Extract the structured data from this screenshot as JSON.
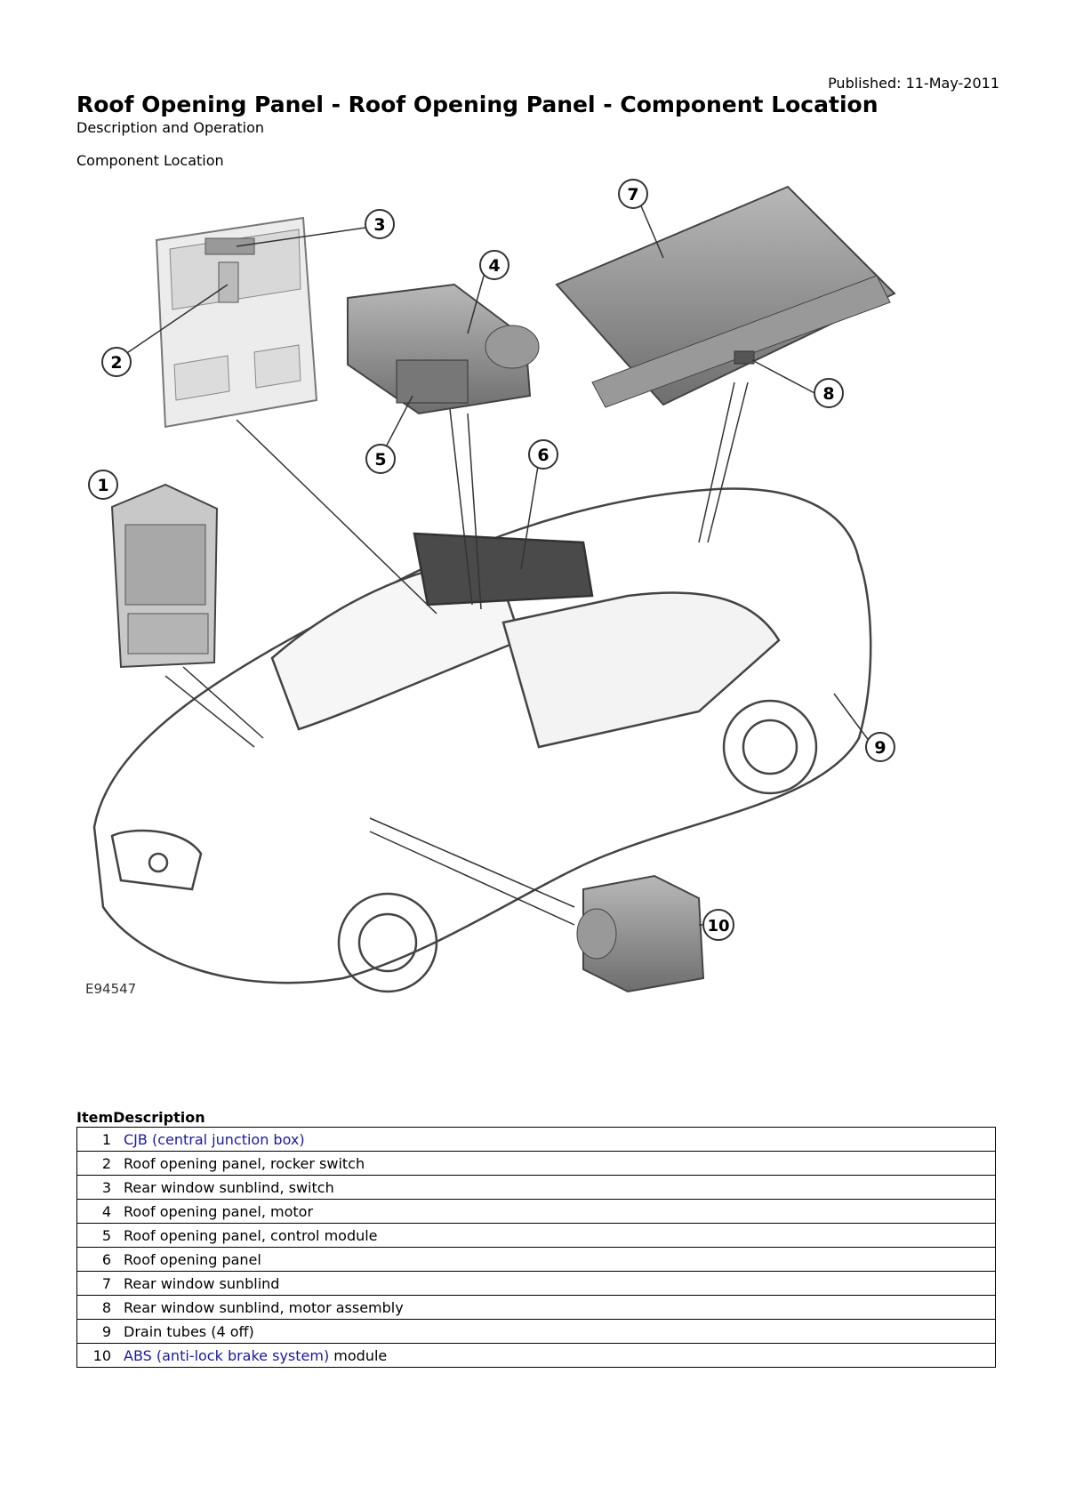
{
  "header": {
    "published": "Published: 11-May-2011",
    "title": "Roof Opening Panel - Roof Opening Panel - Component Location",
    "subtitle": "Description and Operation",
    "section": "Component Location"
  },
  "diagram": {
    "figure_id": "E94547",
    "callouts": [
      "1",
      "2",
      "3",
      "4",
      "5",
      "6",
      "7",
      "8",
      "9",
      "10"
    ]
  },
  "table": {
    "header": "ItemDescription",
    "rows": [
      {
        "item": "1",
        "link": "CJB (central junction box)",
        "text": ""
      },
      {
        "item": "2",
        "link": "",
        "text": "Roof opening panel, rocker switch"
      },
      {
        "item": "3",
        "link": "",
        "text": "Rear window sunblind, switch"
      },
      {
        "item": "4",
        "link": "",
        "text": "Roof opening panel, motor"
      },
      {
        "item": "5",
        "link": "",
        "text": "Roof opening panel, control module"
      },
      {
        "item": "6",
        "link": "",
        "text": "Roof opening panel"
      },
      {
        "item": "7",
        "link": "",
        "text": "Rear window sunblind"
      },
      {
        "item": "8",
        "link": "",
        "text": "Rear window sunblind, motor assembly"
      },
      {
        "item": "9",
        "link": "",
        "text": "Drain tubes (4 off)"
      },
      {
        "item": "10",
        "link": "ABS (anti-lock brake system)",
        "text": " module"
      }
    ]
  }
}
